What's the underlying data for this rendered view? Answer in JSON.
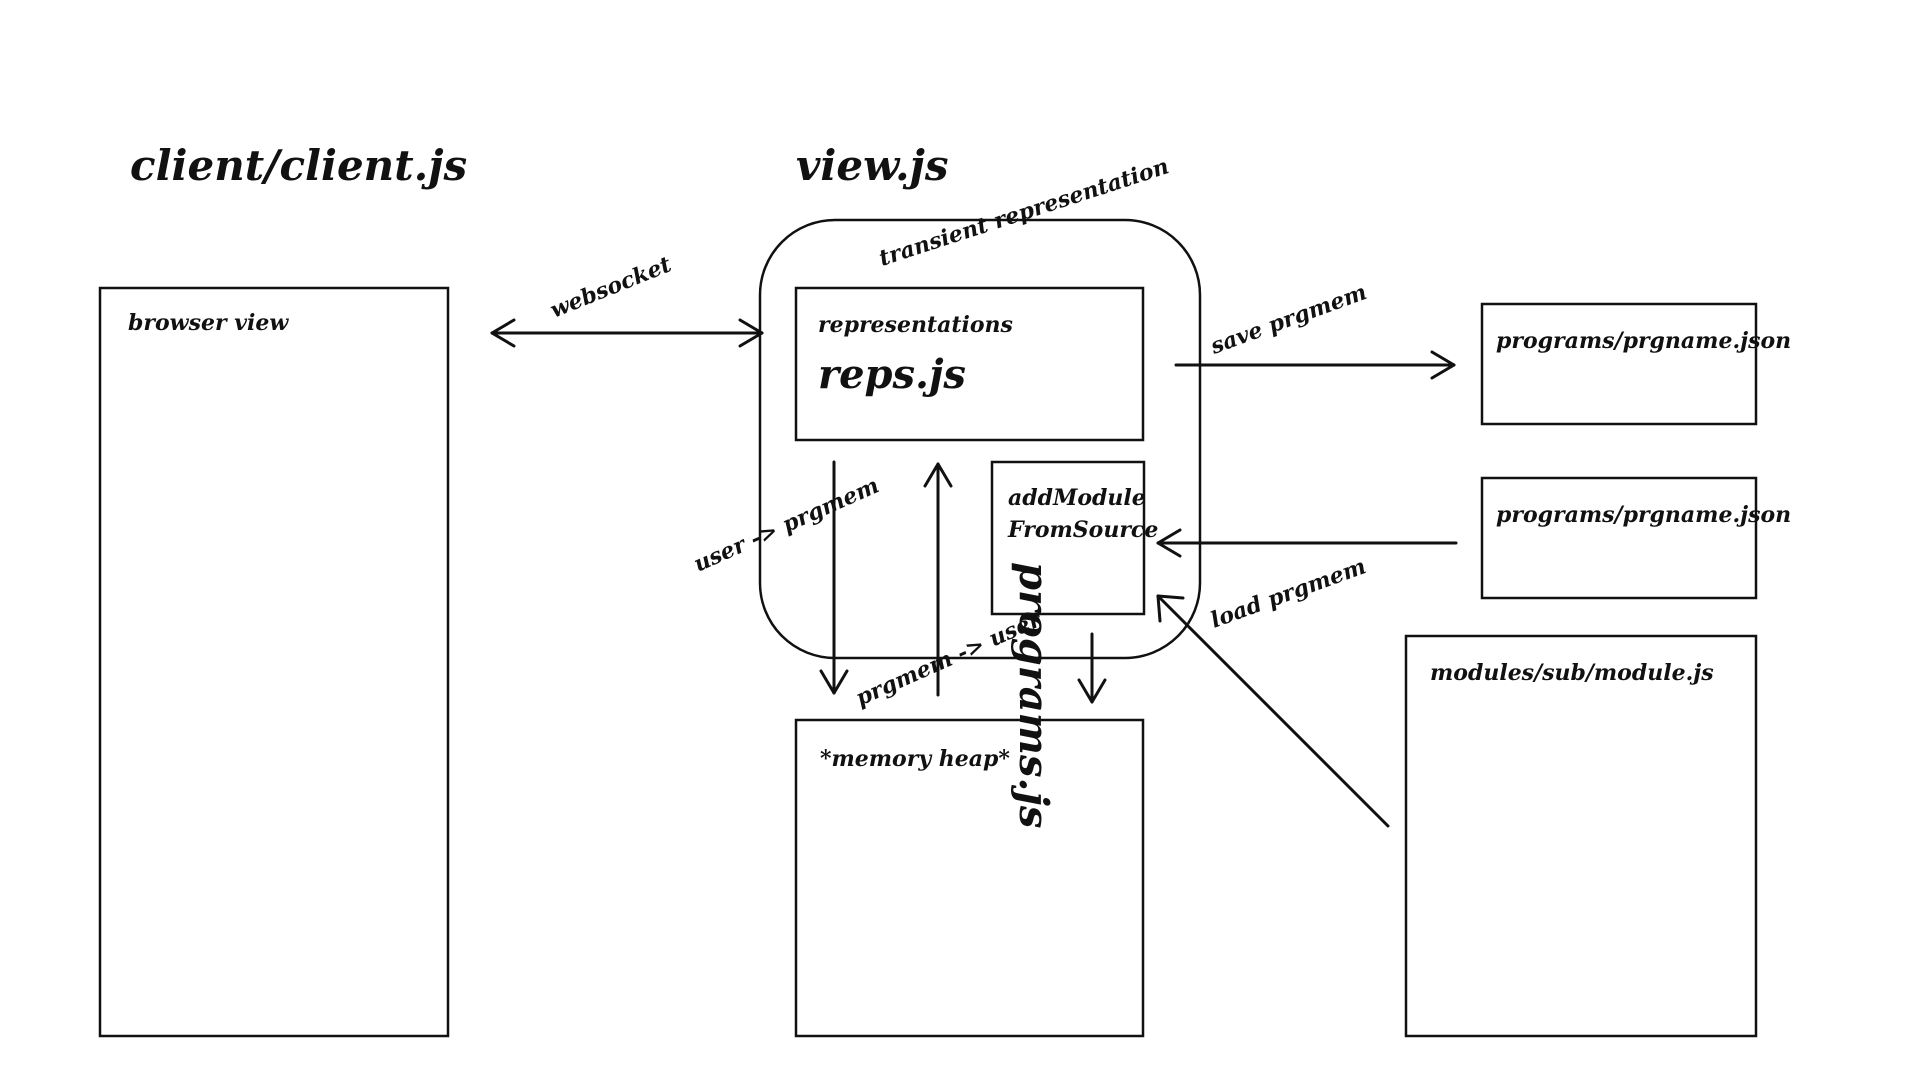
{
  "headers": {
    "client": "client/client.js",
    "view": "view.js"
  },
  "containers": {
    "view_transient": "transient representation"
  },
  "boxes": {
    "browser_view": "browser view",
    "representations_small": "representations",
    "representations_big": "reps.js",
    "add_module_line1": "addModule",
    "add_module_line2": "FromSource",
    "programs_js": "programs.js",
    "memory_heap": "*memory heap*",
    "programs_save": "programs/prgname.json",
    "programs_load": "programs/prgname.json",
    "modules": "modules/sub/module.js"
  },
  "edges": {
    "websocket": "websocket",
    "save_prgmem": "save prgmem",
    "load_prgmem": "load prgmem",
    "user_to_prgmem": "user -> prgmem",
    "prgmem_to_user": "prgmem -> user"
  }
}
